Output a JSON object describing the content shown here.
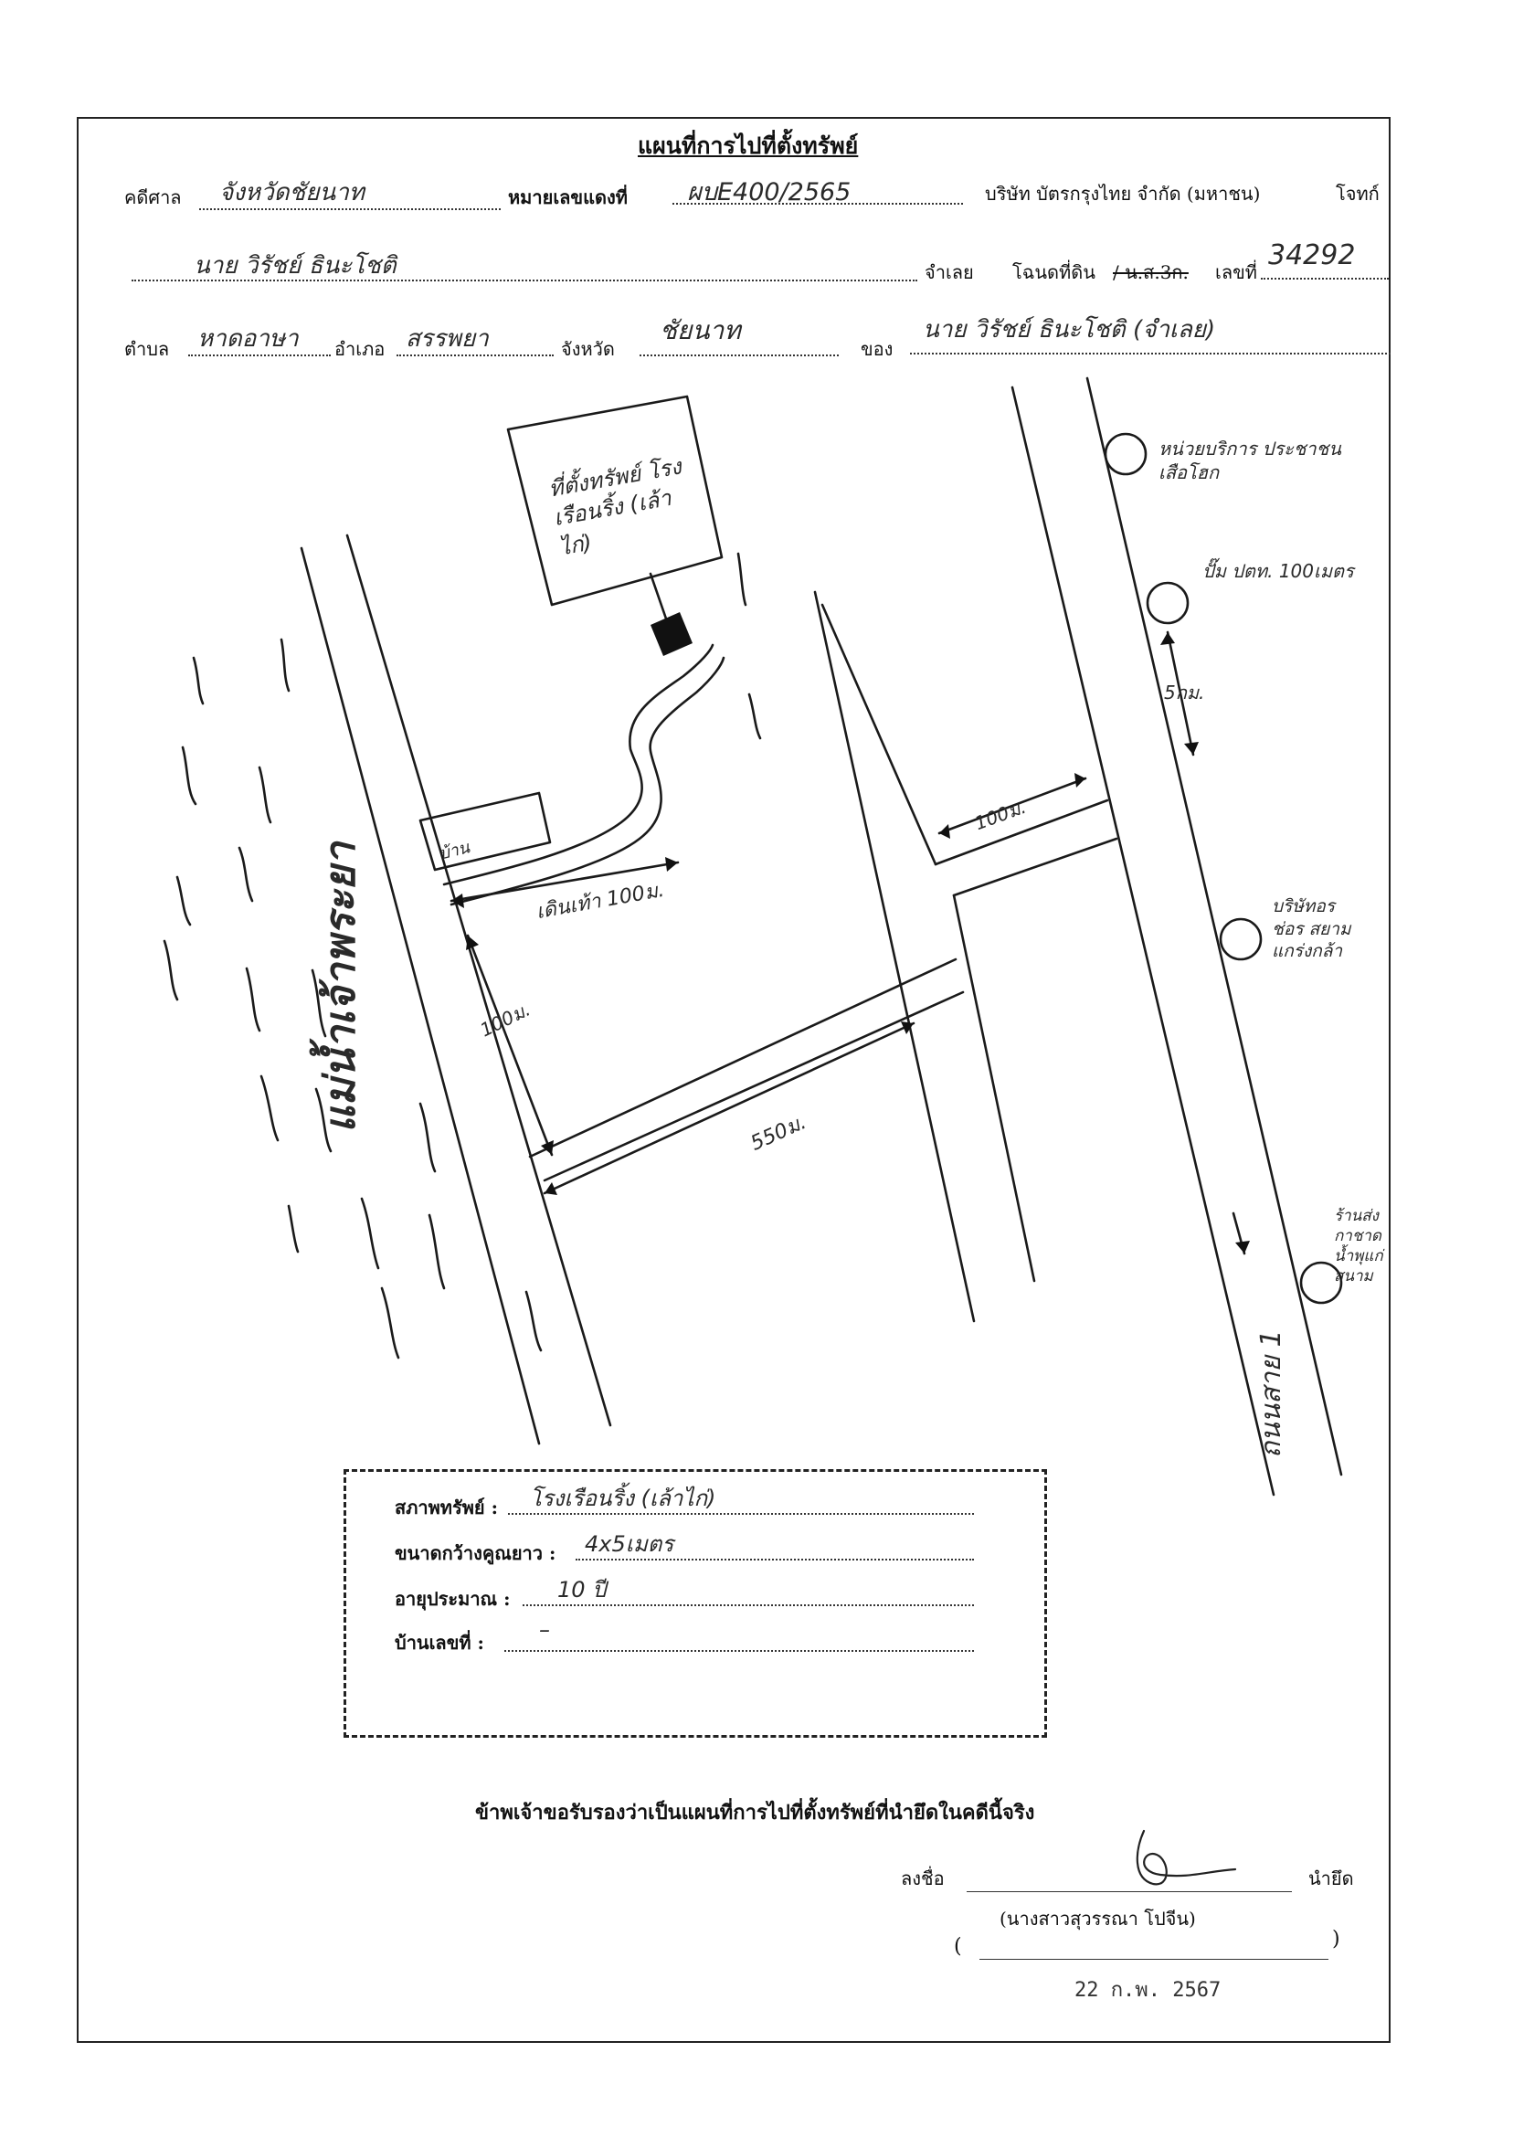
{
  "header": {
    "title": "แผนที่การไปที่ตั้งทรัพย์",
    "court_label": "คดีศาล",
    "court_value": "จังหวัดชัยนาท",
    "case_no_label": "หมายเลขแดงที่",
    "case_no_value": "ผบE400/2565",
    "plaintiff_value": "บริษัท บัตรกรุงไทย จำกัด (มหาชน)",
    "plaintiff_label": "โจทก์",
    "defendant_value": "นาย วิรัชย์ ธินะโชติ",
    "defendant_label": "จำเลย",
    "deed_label": "โฉนดที่ดิน",
    "deed_struck": "/ น.ส.3ก.",
    "deed_no_label": "เลขที่",
    "deed_no_value": "34292",
    "subdistrict_label": "ตำบล",
    "subdistrict_value": "หาดอาษา",
    "district_label": "อำเภอ",
    "district_value": "สรรพยา",
    "province_label": "จังหวัด",
    "province_value": "ชัยนาท",
    "owner_label": "ของ",
    "owner_value": "นาย วิรัชย์ ธินะโชติ (จำเลย)"
  },
  "map": {
    "property_box": "ที่ตั้งทรัพย์ โรงเรือนริ้ง (เล้าไก่)",
    "house_label": "บ้าน",
    "river_label": "แม่น้ำเจ้าพระยา",
    "road_label": "ถนนสาย 1",
    "dist_100_path": "เดินเท้า 100ม.",
    "dist_100_a": "100ม.",
    "dist_100_b": "100ม.",
    "dist_550": "550ม.",
    "dist_5km": "5กม.",
    "landmarks": [
      "หน่วยบริการ ประชาชน เสือโฮก",
      "ปั๊ม ปตท. 100เมตร",
      "บริษัทอร ช่อร สยาม แกร่งกล้า",
      "ร้านส่ง กาชาด น้ำพุแก่ สนาม"
    ]
  },
  "info": {
    "condition_label": "สภาพทรัพย์ :",
    "condition_value": "โรงเรือนริ้ง (เล้าไก่)",
    "size_label": "ขนาดกว้างคูณยาว :",
    "size_value": "4x5เมตร",
    "age_label": "อายุประมาณ :",
    "age_value": "10 ปี",
    "house_no_label": "บ้านเลขที่ :",
    "house_no_value": "–"
  },
  "footer": {
    "certify": "ข้าพเจ้าขอรับรองว่าเป็นแผนที่การไปที่ตั้งทรัพย์ที่นำยึดในคดีนี้จริง",
    "sign_label": "ลงชื่อ",
    "role_label": "นำยึด",
    "signer_name": "(นางสาวสุวรรณา โปจีน)",
    "paren_open": "(",
    "paren_close": ")",
    "date_stamp": "22 ก.พ. 2567"
  }
}
